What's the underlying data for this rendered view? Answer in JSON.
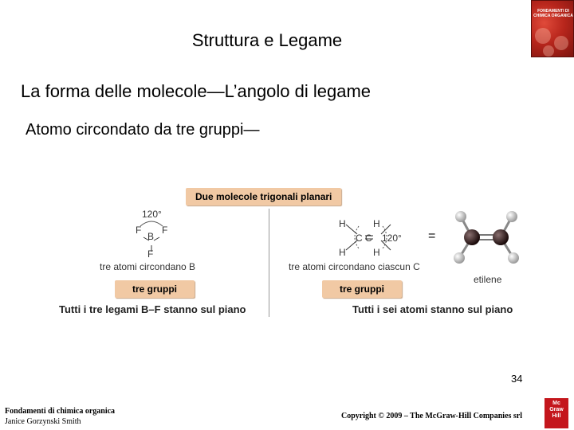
{
  "slide": {
    "title": "Struttura e Legame",
    "subtitle": "La forma delle molecole—L’angolo di legame",
    "subtitle2": "Atomo circondato da tre gruppi—"
  },
  "cover": {
    "text": "FONDAMENTI DI CHIMICA ORGANICA"
  },
  "figure": {
    "banner_top": "Due molecole trigonali planari",
    "bf3": {
      "angle": "120°",
      "atom_b": "B",
      "atom_f": "F",
      "caption": "tre atomi circondano B",
      "banner": "tre gruppi",
      "statement": "Tutti i tre legami B–F stanno sul piano"
    },
    "ethylene": {
      "atom_h": "H",
      "atom_c": "C",
      "angle": "120°",
      "equals": "=",
      "model_label": "etilene",
      "caption": "tre atomi circondano ciascun C",
      "banner": "tre gruppi",
      "statement": "Tutti i sei atomi stanno sul piano"
    }
  },
  "footer": {
    "book": "Fondamenti di chimica organica",
    "author": "Janice Gorzynski Smith",
    "copyright": "Copyright © 2009 – The McGraw-Hill Companies srl",
    "page": "34"
  },
  "logo": {
    "line1": "Mc",
    "line2": "Graw",
    "line3": "Hill"
  }
}
